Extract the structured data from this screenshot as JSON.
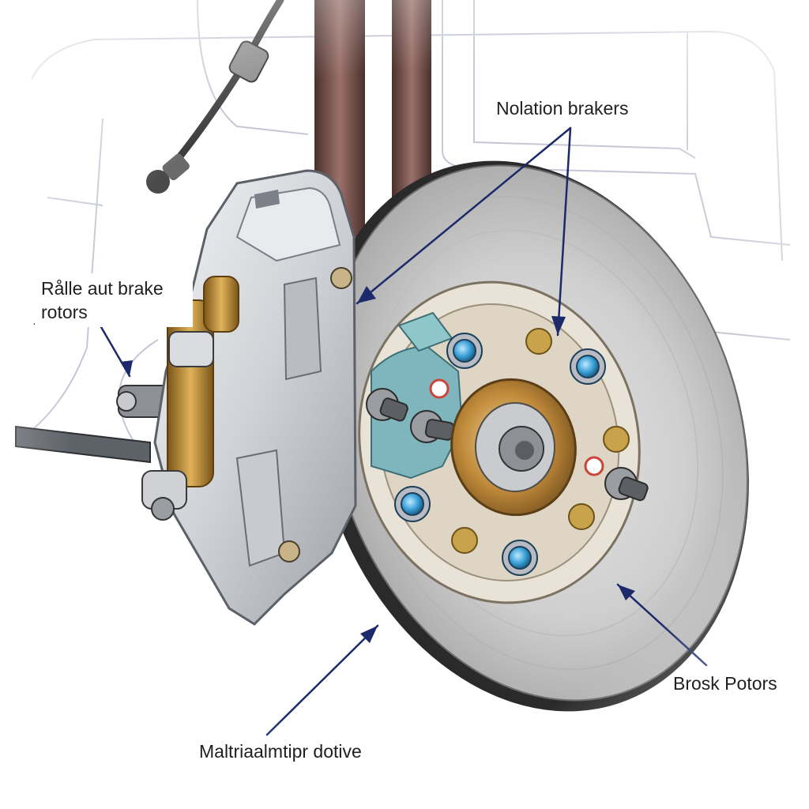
{
  "labels": {
    "top": "Nolation brakers",
    "left": "Rålle aut brake rotors",
    "right": "Brosk Potors",
    "bottom": "Maltriaalmtipr dotive"
  },
  "colors": {
    "background": "#ffffff",
    "callout_line": "#1c2a6b",
    "rotor": "#c9c9c9",
    "caliper": "#d2d4d8",
    "piston_brass": "#b7862f",
    "hub_bronze": "#c08a3a",
    "stud_cap_blue": "#3aa0d8",
    "sensor_teal": "#7fb6bd",
    "strut_brown": "#6e4a43"
  },
  "icons": [
    "wheel-stud-icon",
    "lug-nut-icon",
    "brake-line-icon"
  ]
}
